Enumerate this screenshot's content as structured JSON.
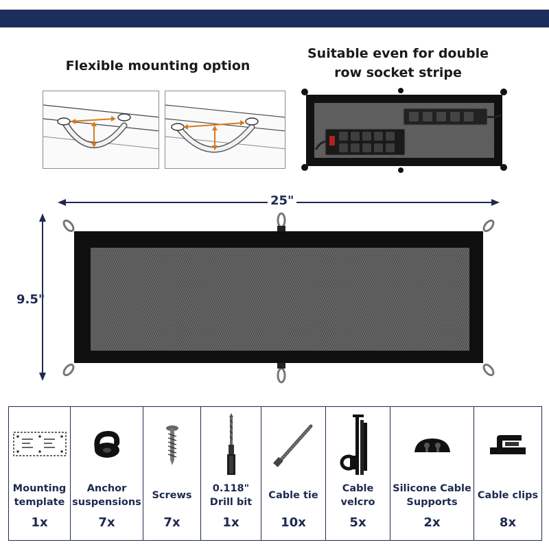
{
  "headings": {
    "flexible_mounting": "Flexible mounting option",
    "suitable_line1": "Suitable even for double",
    "suitable_line2": "row socket stripe"
  },
  "dimensions": {
    "width": "25\"",
    "height": "9.5\""
  },
  "kit_items": [
    {
      "name": "Mounting\ntemplate",
      "quantity": "1x",
      "icon": "mounting-template-icon"
    },
    {
      "name": "Anchor\nsuspensions",
      "quantity": "7x",
      "icon": "anchor-icon"
    },
    {
      "name": "Screws",
      "quantity": "7x",
      "icon": "screw-icon"
    },
    {
      "name": "0.118\"\nDrill bit",
      "quantity": "1x",
      "icon": "drill-bit-icon"
    },
    {
      "name": "Cable tie",
      "quantity": "10x",
      "icon": "cable-tie-icon"
    },
    {
      "name": "Cable velcro",
      "quantity": "5x",
      "icon": "velcro-icon"
    },
    {
      "name": "Silicone Cable\nSupports",
      "quantity": "2x",
      "icon": "cable-support-icon"
    },
    {
      "name": "Cable clips",
      "quantity": "8x",
      "icon": "cable-clip-icon"
    }
  ],
  "colors": {
    "navy": "#1c2e5c",
    "accent_orange": "#d9781e",
    "net_black": "#111111"
  }
}
